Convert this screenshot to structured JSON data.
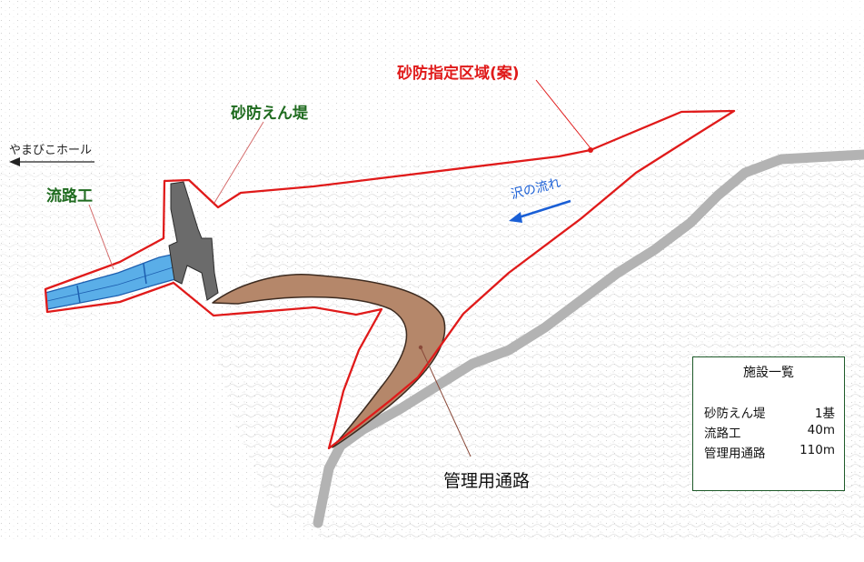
{
  "labels": {
    "designated_area": "砂防指定区域(案)",
    "dam": "砂防えん堤",
    "channel": "流路工",
    "destination": "やまびこホール",
    "stream_flow": "沢の流れ",
    "road": "管理用通路"
  },
  "facilities": {
    "title": "施設一覧",
    "items": [
      {
        "name": "砂防えん堤",
        "value": "1基"
      },
      {
        "name": "流路工",
        "value": "40m"
      },
      {
        "name": "管理用通路",
        "value": "110m"
      }
    ]
  },
  "colors": {
    "boundary": "#e01a1a",
    "dam": "#6b6b6b",
    "channel": "#5aaee8",
    "road_fill": "#b5876a",
    "existing_road": "#b3b3b3",
    "stream_arrow": "#1a5fd6",
    "label_green": "#1f6b1f",
    "box_border": "#1f5b2a"
  }
}
